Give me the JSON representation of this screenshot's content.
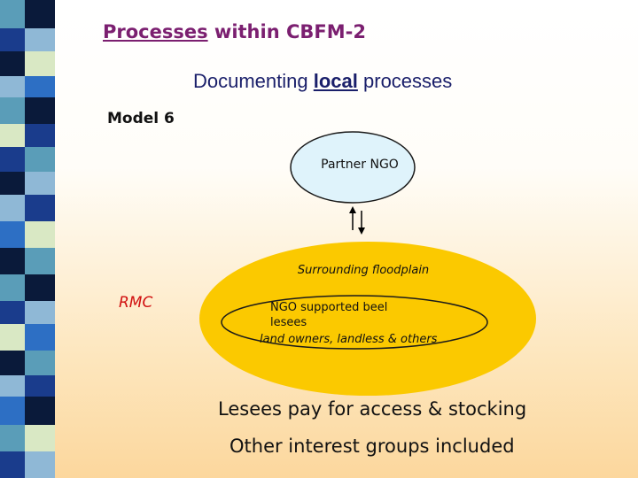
{
  "title": {
    "underlined": "Processes",
    "rest": " within CBFM-2"
  },
  "subtitle": {
    "before": "Documenting ",
    "underlined": "local",
    "after": " processes"
  },
  "model_label": "Model 6",
  "partner_node": {
    "label": "Partner NGO",
    "fill": "#dff3fb",
    "stroke": "#1a1a1a"
  },
  "floodplain": {
    "label": "Surrounding floodplain",
    "fill": "#fbc900",
    "inner": {
      "line1": "NGO supported beel",
      "line2": "lesees",
      "line3": "land owners, landless & others"
    }
  },
  "rmc_label": "RMC",
  "notes": [
    "Lesees pay for access & stocking",
    "Other interest groups included"
  ],
  "colors": {
    "title": "#7b1f70",
    "subtitle": "#1a1f6a",
    "rmc": "#d10f0f",
    "strip": [
      "#5a9db8",
      "#1a3c8c",
      "#d9e8c4",
      "#0a1a3a",
      "#8fb8d6"
    ]
  }
}
